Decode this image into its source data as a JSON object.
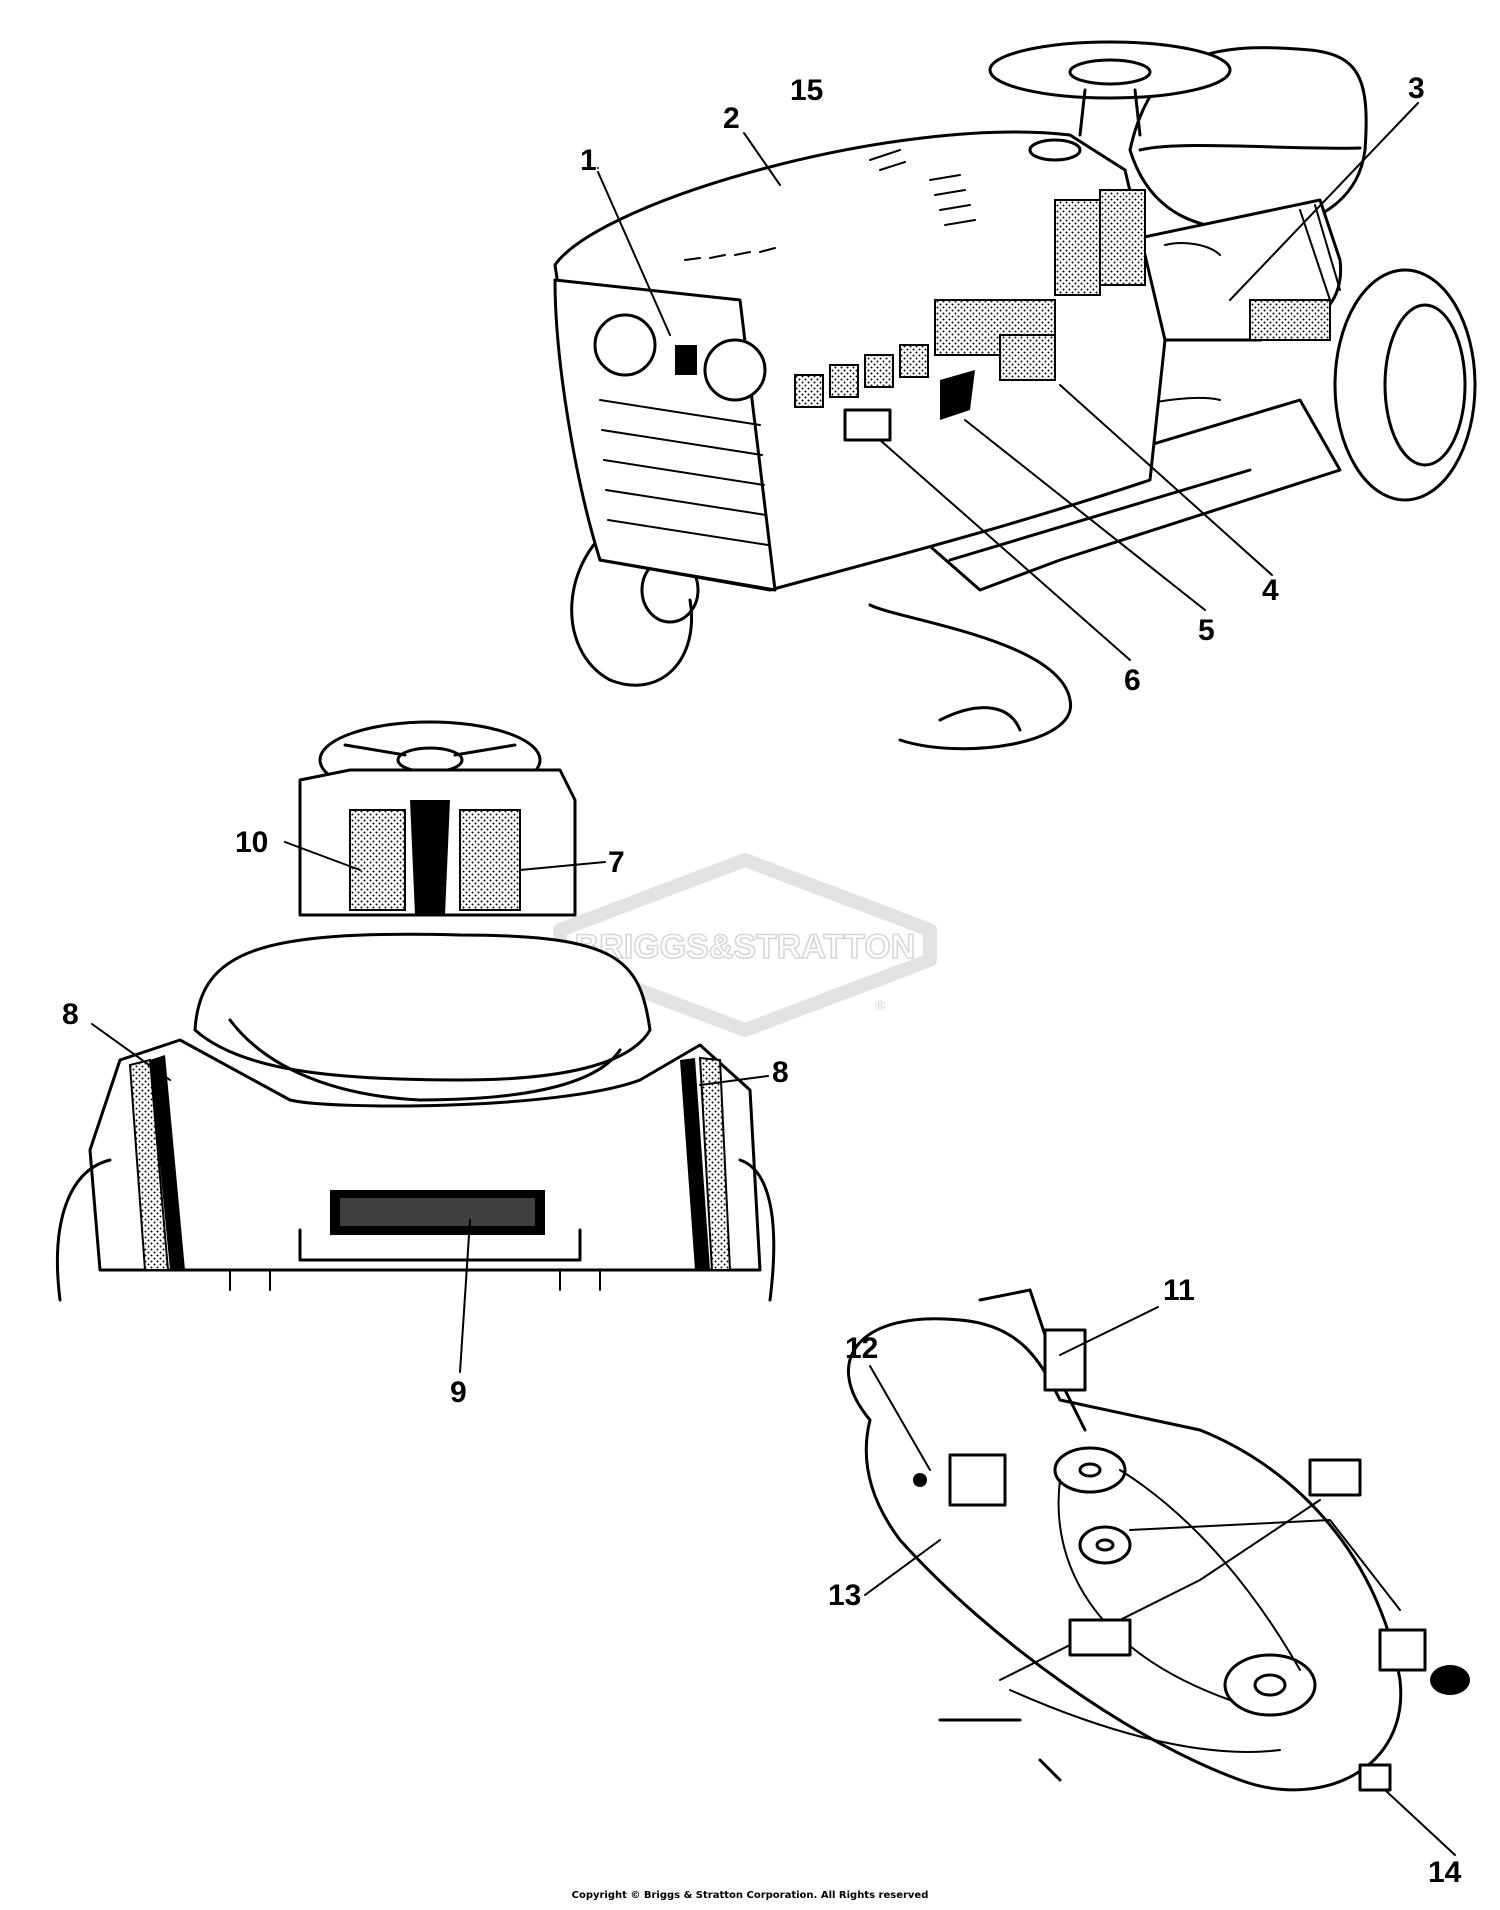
{
  "watermark": {
    "text": "BRIGGS&STRATTON",
    "mark": "®"
  },
  "callouts": [
    "1",
    "2",
    "3",
    "4",
    "5",
    "6",
    "7",
    "8",
    "8",
    "9",
    "10",
    "11",
    "12",
    "13",
    "14",
    "15"
  ],
  "copyright": "Copyright © Briggs & Stratton Corporation. All Rights reserved"
}
